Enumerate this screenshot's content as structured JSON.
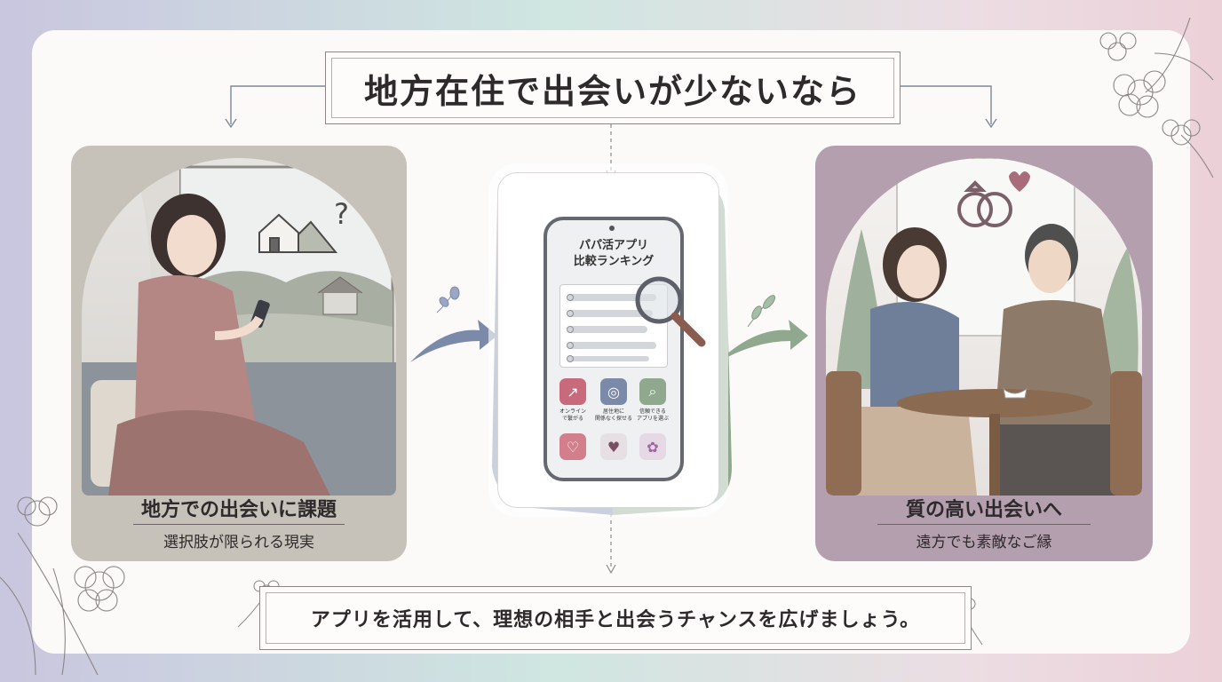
{
  "header": {
    "title": "地方在住で出会いが少ないなら"
  },
  "left_card": {
    "title": "地方での出会いに課題",
    "subtitle": "選択肢が限られる現実"
  },
  "right_card": {
    "title": "質の高い出会いへ",
    "subtitle": "遠方でも素敵なご縁"
  },
  "phone": {
    "title_line1": "パパ活アプリ",
    "title_line2": "比較ランキング",
    "features": [
      {
        "label_line1": "オンライン",
        "label_line2": "で繋がる",
        "icon": "chart-icon"
      },
      {
        "label_line1": "居住地に",
        "label_line2": "関係なく探せる",
        "icon": "globe-icon"
      },
      {
        "label_line1": "信頼できる",
        "label_line2": "アプリを選ぶ",
        "icon": "search-icon"
      }
    ],
    "bottom_icons": [
      "heart-icon",
      "hearts-icon",
      "flower-icon"
    ]
  },
  "footer": {
    "text": "アプリを活用して、理想の相手と出会うチャンスを広げましょう。"
  },
  "colors": {
    "left_card": "#c7c2b9",
    "right_card": "#b49fae",
    "phone_blue": "#7b8aa8",
    "phone_green": "#8fa88e"
  }
}
